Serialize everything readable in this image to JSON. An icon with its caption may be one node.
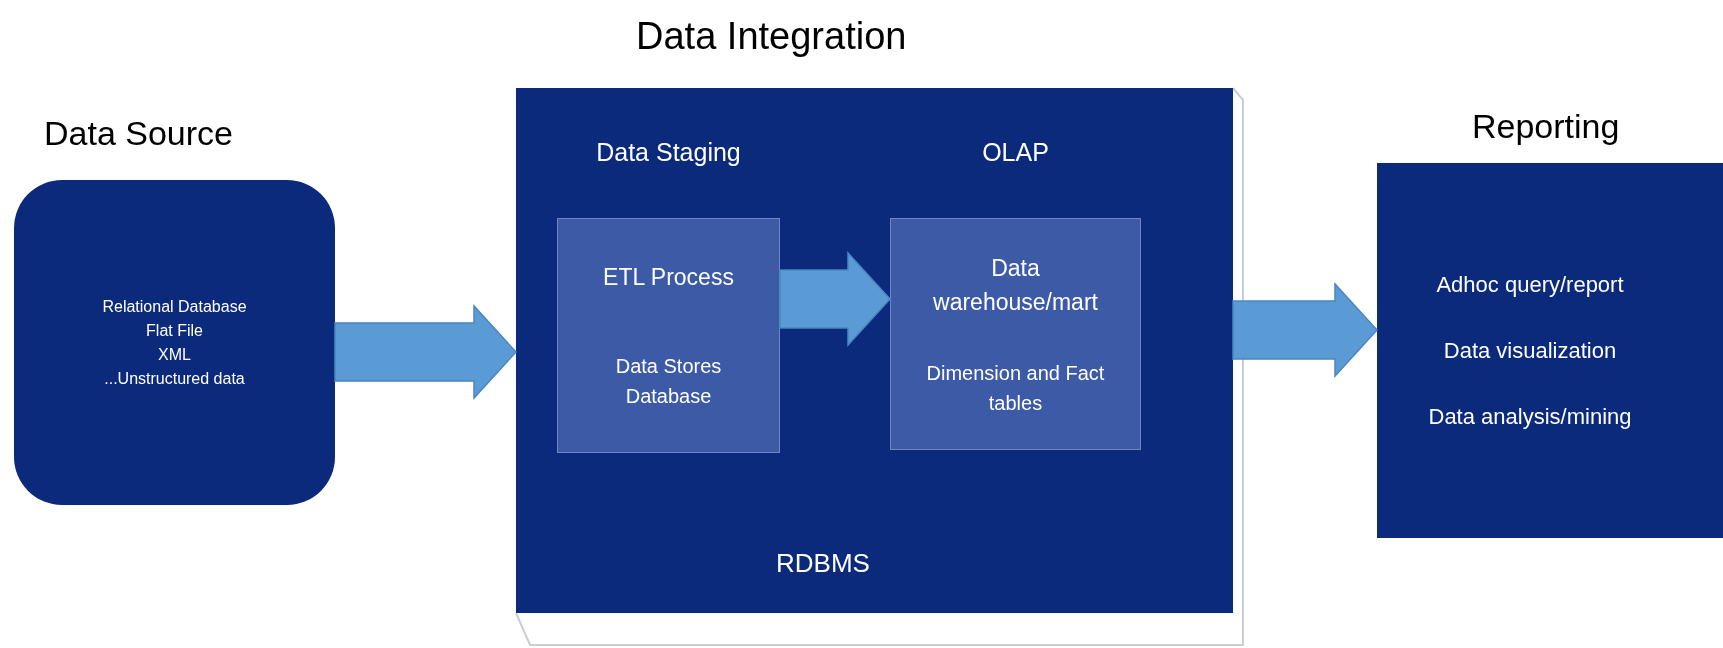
{
  "diagram": {
    "nodes": [
      {
        "text": [
          "Data Source",
          "Relational Database",
          "Flat File",
          "XML",
          "...Unstructured data"
        ]
      },
      {
        "text": [
          "Data Integration",
          "RDBMS"
        ]
      },
      {
        "text": [
          "Data Staging",
          "ETL Process",
          "Data Stores Database"
        ],
        "in": 1
      },
      {
        "text": [
          "OLAP",
          "Data warehouse/mart",
          "Dimension and Fact tables"
        ],
        "in": 1
      },
      {
        "text": [
          "Reporting",
          "Adhoc query/report",
          "Data visualization",
          "Data analysis/mining"
        ]
      }
    ],
    "edges": [
      {
        "from": 0,
        "to": 1,
        "arrow": "to"
      },
      {
        "from": 2,
        "to": 3,
        "arrow": "to"
      },
      {
        "from": 1,
        "to": 4,
        "arrow": "to"
      }
    ]
  }
}
